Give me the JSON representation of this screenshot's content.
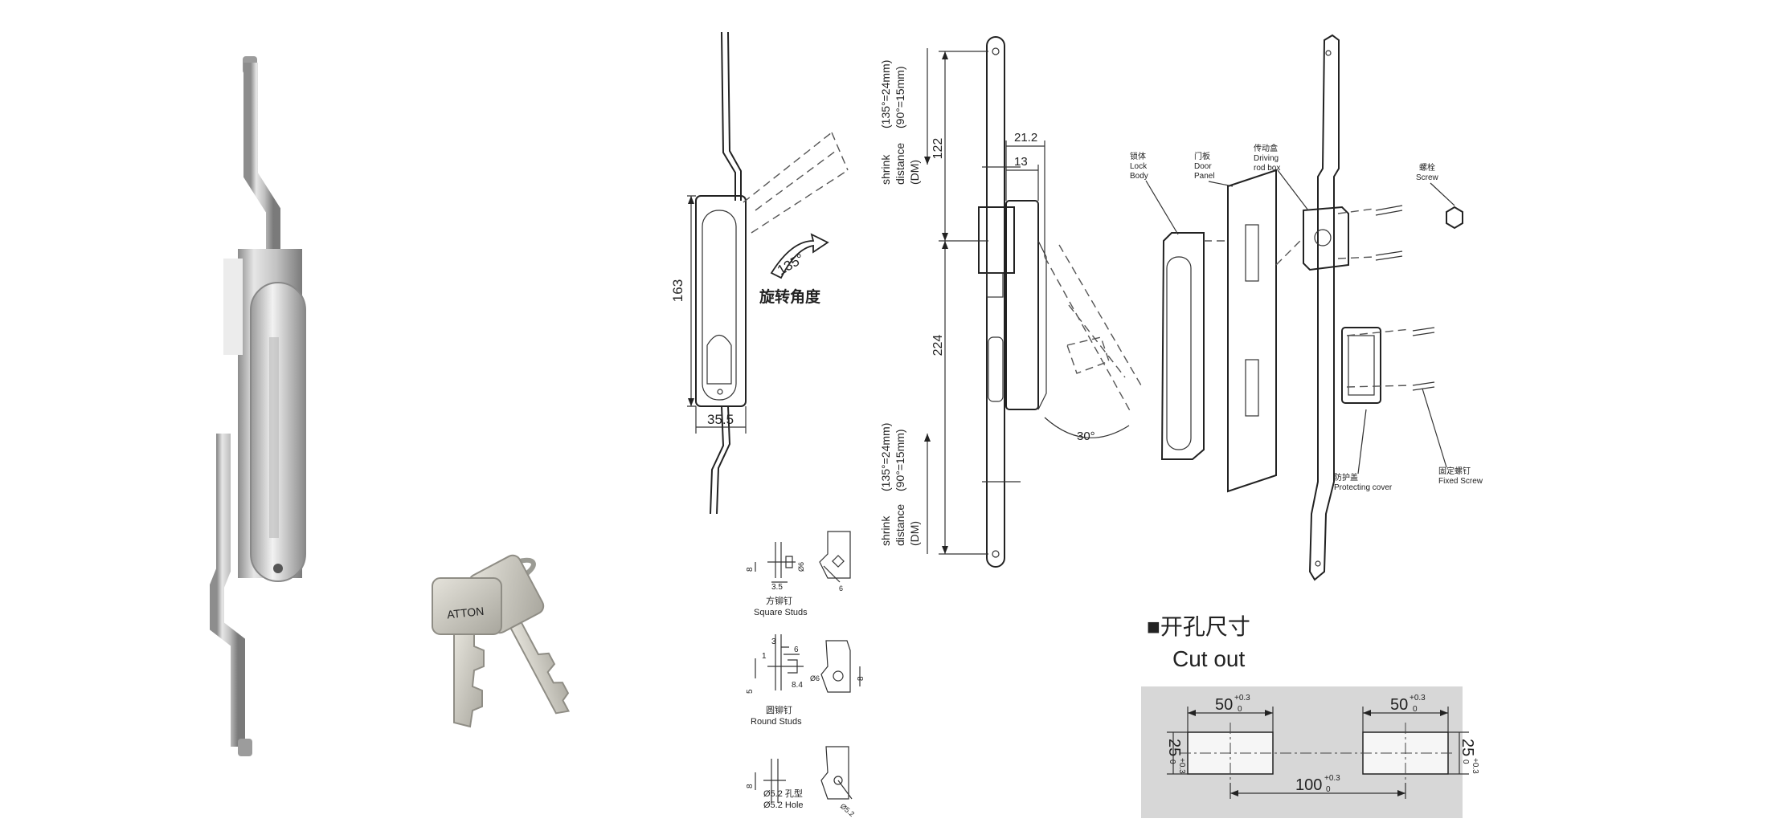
{
  "colors": {
    "metal_light": "#dcdcdc",
    "metal_mid": "#b4b4b4",
    "metal_dark": "#7c7c7c",
    "key": "#c9c7bf",
    "cutout_panel": "#d7d7d7",
    "cutout_rect": "#f6f6f6"
  },
  "key_stamp": "ATTON",
  "side_view": {
    "height": "163",
    "width": "35.5",
    "angle": "135°",
    "rotation_label": "旋转角度"
  },
  "front_view": {
    "dim_upper": "122",
    "dim_lower": "224",
    "dim_offset": "21.2",
    "dim_depth": "13",
    "angle": "30°",
    "shrink_upper": {
      "l1": "shrink",
      "l2": "distance",
      "l3": "(DM)",
      "r1": "(135°=24mm)",
      "r2": "(90°=15mm)"
    },
    "shrink_lower": {
      "l1": "shrink",
      "l2": "distance",
      "l3": "(DM)",
      "r1": "(135°=24mm)",
      "r2": "(90°=15mm)"
    }
  },
  "studs": {
    "square": {
      "zh": "方铆钉",
      "en": "Square Studs",
      "d8": "8",
      "d35": "3.5",
      "d6": "Ø6",
      "d6b": "6"
    },
    "round": {
      "zh": "圆铆钉",
      "en": "Round Studs",
      "d3": "3",
      "d1": "1",
      "d6": "6",
      "d5": "5",
      "d84": "8.4",
      "dia6": "Ø6",
      "d8": "8"
    },
    "hole": {
      "zh": "Ø5.2 孔型",
      "en": "Ø5.2 Hole",
      "d8": "8",
      "dia": "Ø5.2"
    }
  },
  "exploded": {
    "lock_body": {
      "zh": "锁体",
      "en1": "Lock",
      "en2": "Body"
    },
    "door_panel": {
      "zh": "门板",
      "en1": "Door",
      "en2": "Panel"
    },
    "rod_box": {
      "zh": "传动盒",
      "en1": "Driving",
      "en2": "rod box"
    },
    "screw": {
      "zh": "螺栓",
      "en": "Screw"
    },
    "cover": {
      "zh": "防护盖",
      "en": "Protecting cover"
    },
    "fixed_screw": {
      "zh": "固定螺钉",
      "en": "Fixed Screw"
    }
  },
  "cutout": {
    "title_zh": "■开孔尺寸",
    "title_en": "Cut out",
    "w_left": "50",
    "w_right": "50",
    "tol_w": "+0.3",
    "tol_w0": "0",
    "h_left": "25",
    "h_right": "25",
    "tol_h": "+0.3",
    "tol_h0": "0",
    "spacing": "100",
    "tol_s": "+0.3",
    "tol_s0": "0"
  }
}
